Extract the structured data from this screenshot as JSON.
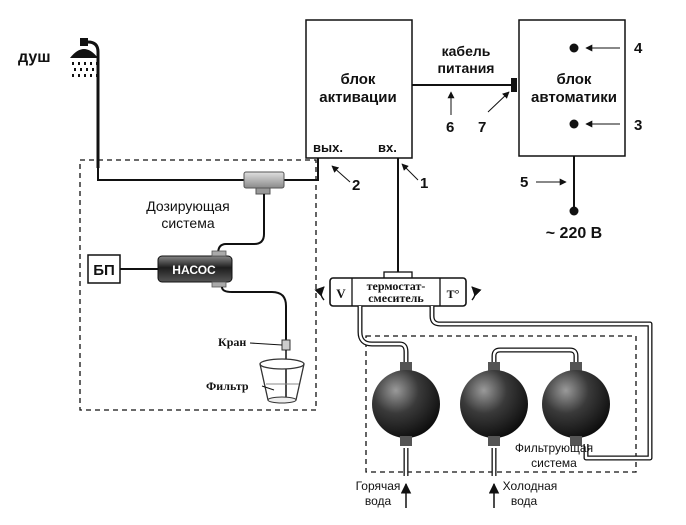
{
  "shower": {
    "label": "душ",
    "icon": "shower-head-icon"
  },
  "activation_unit": {
    "line1": "блок",
    "line2": "активации",
    "out": "вых.",
    "in": "вх."
  },
  "automation_unit": {
    "line1": "блок",
    "line2": "автоматики"
  },
  "power_cable": {
    "line1": "кабель",
    "line2": "питания"
  },
  "mains": {
    "label": "~ 220 В"
  },
  "dosing": {
    "line1": "Дозирующая",
    "line2": "система"
  },
  "pump": {
    "label": "НАСОС"
  },
  "psu": {
    "label": "БП"
  },
  "tap": {
    "label": "Кран"
  },
  "filter": {
    "label": "Фильтр"
  },
  "thermostat": {
    "line1": "термостат-",
    "line2": "смеситель",
    "v": "V",
    "t": "T°"
  },
  "filter_system": {
    "line1": "Фильтрующая",
    "line2": "система"
  },
  "hot_water": {
    "line1": "Горячая",
    "line2": "вода"
  },
  "cold_water": {
    "line1": "Холодная",
    "line2": "вода"
  },
  "callouts": [
    "1",
    "2",
    "3",
    "4",
    "5",
    "6",
    "7"
  ]
}
